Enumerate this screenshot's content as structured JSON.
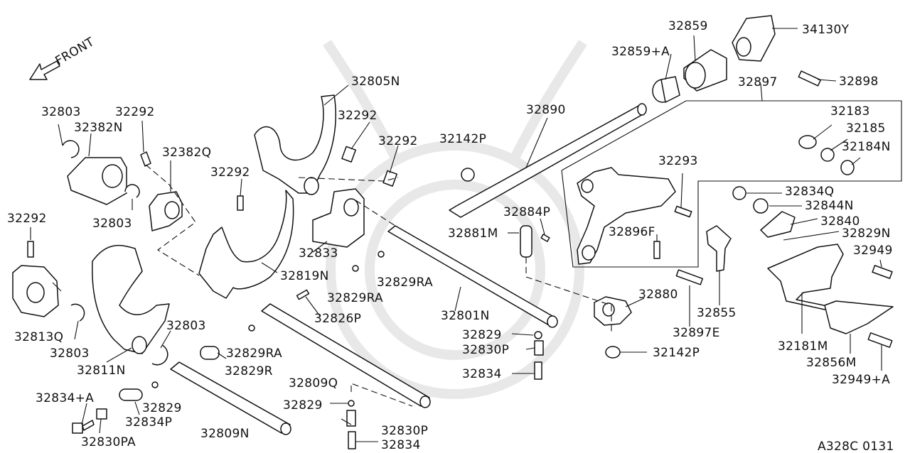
{
  "diagram": {
    "direction_label": "FRONT",
    "catalog_code": "A328C 0131",
    "callouts": {
      "p32803_a": "32803",
      "p32382N": "32382N",
      "p32292_a": "32292",
      "p32382Q": "32382Q",
      "p32803_b": "32803",
      "p32292_b": "32292",
      "p32813Q": "32813Q",
      "p32803_c": "32803",
      "p32811N": "32811N",
      "p32803_d": "32803",
      "p32834A": "32834+A",
      "p32830PA": "32830PA",
      "p32834P_a": "32834P",
      "p32829_a": "32829",
      "p32809N": "32809N",
      "p32829R": "32829R",
      "p32829RA_a": "32829RA",
      "p32805N": "32805N",
      "p32292_c": "32292",
      "p32292_d": "32292",
      "p32292_e": "32292",
      "p32819N": "32819N",
      "p32833": "32833",
      "p32826P": "32826P",
      "p32829RA_b": "32829RA",
      "p32829RA_c": "32829RA",
      "p32809Q": "32809Q",
      "p32829_b": "32829",
      "p32830P_a": "32830P",
      "p32834_a": "32834",
      "p32142P_a": "32142P",
      "p32890": "32890",
      "p32884P": "32884P",
      "p32881M": "32881M",
      "p32801N": "32801N",
      "p32829_c": "32829",
      "p32830P_b": "32830P",
      "p32834_b": "32834",
      "p32880": "32880",
      "p32142P_b": "32142P",
      "p32859": "32859",
      "p32859A": "32859+A",
      "p34130Y": "34130Y",
      "p32898": "32898",
      "p32897": "32897",
      "p32183": "32183",
      "p32185": "32185",
      "p32184N": "32184N",
      "p32293": "32293",
      "p32896F": "32896F",
      "p32855": "32855",
      "p32897E": "32897E",
      "p32834Q": "32834Q",
      "p32844N": "32844N",
      "p32840": "32840",
      "p32829N": "32829N",
      "p32949": "32949",
      "p32181M": "32181M",
      "p32856M": "32856M",
      "p32949A": "32949+A"
    }
  }
}
